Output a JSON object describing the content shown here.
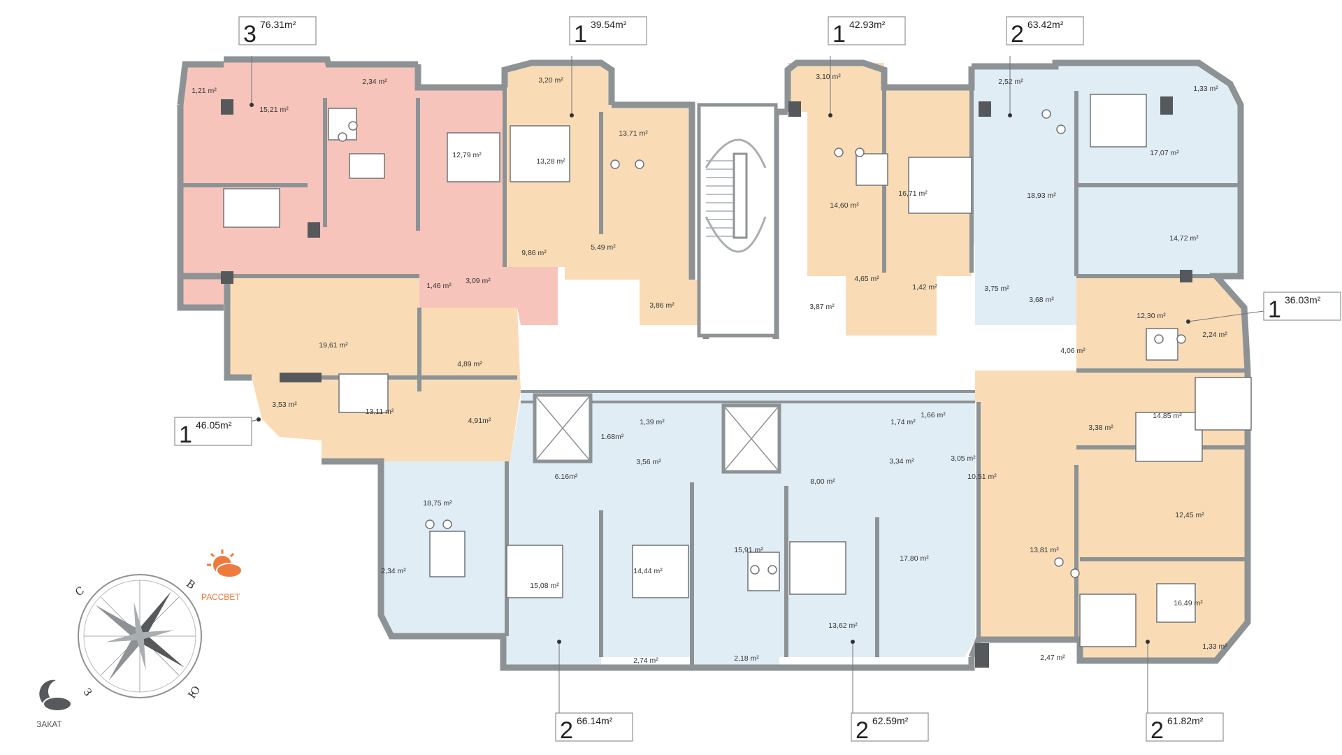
{
  "colors": {
    "pink": "#f6c4bb",
    "peach": "#f9dcb6",
    "blue": "#e1edf5",
    "wall": "#8d9295",
    "wallDark": "#55595c",
    "orange": "#ee7a3b",
    "grey": "#a9aeb1"
  },
  "apartments": [
    {
      "num": "3",
      "area": "76.31m²"
    },
    {
      "num": "1",
      "area": "39.54m²"
    },
    {
      "num": "1",
      "area": "42.93m²"
    },
    {
      "num": "2",
      "area": "63.42m²"
    },
    {
      "num": "1",
      "area": "36.03m²"
    },
    {
      "num": "1",
      "area": "46.05m²"
    },
    {
      "num": "2",
      "area": "66.14m²"
    },
    {
      "num": "2",
      "area": "62.59m²"
    },
    {
      "num": "2",
      "area": "61.82m²"
    }
  ],
  "rooms": [
    "1,21 m²",
    "2,34 m²",
    "15,21 m²",
    "12,79 m²",
    "9,86 m²",
    "1,46 m²",
    "3,09 m²",
    "3,20 m²",
    "13,28 m²",
    "13,71 m²",
    "5,49 m²",
    "3,86 m²",
    "3,10 m²",
    "14,60 m²",
    "16,71 m²",
    "4,65 m²",
    "3,87 m²",
    "1,42 m²",
    "2,52 m²",
    "1,33 m²",
    "17,07 m²",
    "18,93 m²",
    "14,72 m²",
    "3,75 m²",
    "3,68 m²",
    "12,30 m²",
    "2,24 m²",
    "4,06 m²",
    "14,85 m²",
    "3,38 m²",
    "19,61 m²",
    "4,89 m²",
    "3,53 m²",
    "13,11 m²",
    "4,91m²",
    "1,39 m²",
    "1.68m²",
    "3,56 m²",
    "6.16m²",
    "1,74 m²",
    "1,66 m²",
    "3,34 m²",
    "3,05 m²",
    "8,00 m²",
    "10,51 m²",
    "18,75 m²",
    "2,34 m²",
    "15,08 m²",
    "14,44 m²",
    "15,91 m²",
    "17,80 m²",
    "13,81 m²",
    "12,45 m²",
    "16,49 m²",
    "13,62 m²",
    "2,74 m²",
    "2,18 m²",
    "2,47 m²",
    "1,33 m²"
  ],
  "compass": {
    "north": "С",
    "east": "В",
    "south": "Ю",
    "west": "З"
  },
  "sunrise_label": "РАССВЕТ",
  "sunset_label": "ЗАКАТ"
}
